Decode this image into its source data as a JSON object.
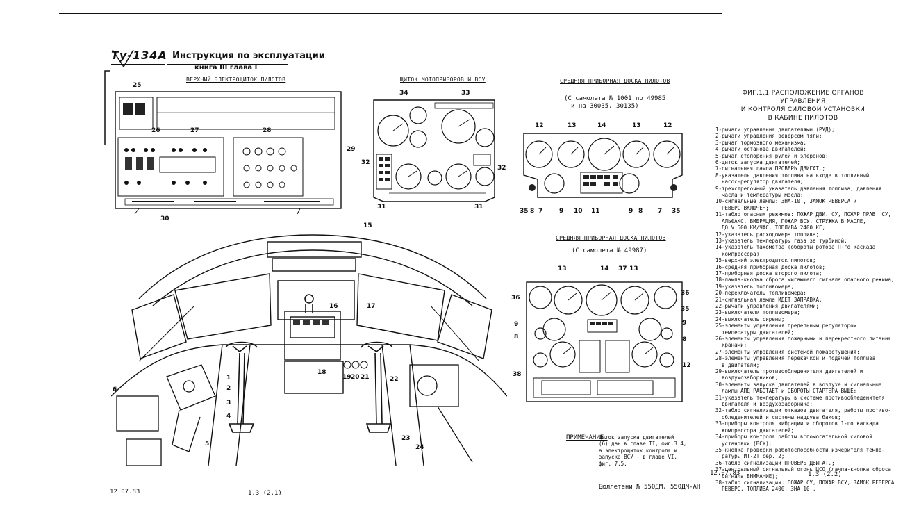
{
  "header": {
    "aircraft": "Ту-134А",
    "title": "Инструкция  по  эксплуатации",
    "subtitle": "книга III    глава I"
  },
  "panels": {
    "overhead": {
      "title": "ВЕРХНИЙ ЭЛЕКТРОЩИТОК ПИЛОТОВ",
      "callouts": [
        "25",
        "26",
        "27",
        "28",
        "29",
        "30"
      ]
    },
    "engine_instr": {
      "title": "ЩИТОК МОТОПРИБОРОВ И ВСУ",
      "callouts": [
        "34",
        "33",
        "32",
        "32",
        "31",
        "31"
      ]
    },
    "middle_1": {
      "title": "СРЕДНЯЯ ПРИБОРНАЯ ДОСКА ПИЛОТОВ",
      "note1": "(С самолета № 1001 по 49985",
      "note2": "и на 30035, 30135)",
      "callouts": [
        "12",
        "13",
        "14",
        "13",
        "12",
        "35",
        "8",
        "7",
        "9",
        "10",
        "11",
        "9",
        "8",
        "7",
        "35"
      ]
    },
    "middle_2": {
      "title": "СРЕДНЯЯ ПРИБОРНАЯ ДОСКА ПИЛОТОВ",
      "note1": "(С самолета № 49987)",
      "callouts": [
        "13",
        "14",
        "37",
        "13",
        "36",
        "36",
        "35",
        "9",
        "9",
        "8",
        "8",
        "38",
        "12"
      ]
    },
    "cockpit": {
      "callouts": [
        "15",
        "16",
        "17",
        "18",
        "19",
        "20",
        "21",
        "22",
        "23",
        "24",
        "1",
        "2",
        "3",
        "4",
        "5",
        "6"
      ]
    }
  },
  "figure": {
    "caption_line1": "ФИГ.1.1  РАСПОЛОЖЕНИЕ  ОРГАНОВ  УПРАВЛЕНИЯ",
    "caption_line2": "И  КОНТРОЛЯ  СИЛОВОЙ  УСТАНОВКИ",
    "caption_line3": "В  КАБИНЕ  ПИЛОТОВ"
  },
  "legend": [
    "1-рычаги управления двигателями (РУД);",
    "2-рычаги управления реверсом тяги;",
    "3-рычаг тормозного механизма;",
    "4-рычаги останова двигателей;",
    "5-рычаг стопорения рулей и элеронов;",
    "6-щиток запуска двигателей;",
    "7-сигнальная лампа ПРОВЕРЬ ДВИГАТ.;",
    "8-указатель давления топлива на входе в топливный",
    "  насос-регулятор двигателя;",
    "9-трехстрелочный указатель давления топлива, давления",
    "  масла и температуры масла;",
    "10-сигнальные лампы: ЗНА-10 , ЗАМОК РЕВЕРСА и",
    "  РЕВЕРС ВКЛЮЧЕН;",
    "11-табло опасных режимов: ПОЖАР ДВИ. СУ, ПОЖАР ПРАВ. СУ,",
    "  АЛЬФАКС, ВИБРАЦИЯ, ПОЖАР ВСУ, СТРУЖКА В МАСЛЕ,",
    "  ДО V 500 КМ/ЧАС, ТОПЛИВА 2400 КГ;",
    "12-указатель расходомера топлива;",
    "13-указатель температуры газа за турбиной;",
    "14-указатель тахометра (обороты ротора П-го каскада",
    "  компрессора);",
    "15-верхний электрощиток пилотов;",
    "16-средняя приборная доска пилотов;",
    "17-приборная доска второго пилота;",
    "18-лампа-кнопка сброса мигающего сигнала опасного режима;",
    "19-указатель топливомера;",
    "20-переключатель топливомера;",
    "21-сигнальная лампа ИДЕТ ЗАПРАВКА;",
    "22-рычаги управления двигателями;",
    "23-выключатели топливомера;",
    "24-выключатель сирены;",
    "25-элементы управления предельным регулятором",
    "  температуры двигателей;",
    "26-элементы управления пожарными и перекрестного питания",
    "  кранами;",
    "27-элементы управления системой пожаротушения;",
    "28-элементы управления перекачкой и подачей топлива",
    "  в двигатели;",
    "29-выключатель противообледенителя двигателей и",
    "  воздухозаборников;",
    "30-элементы запуска двигателей в воздухе и сигнальные",
    "  лампы АПД РАБОТАЕТ и ОБОРОТЫ СТАРТЕРА ВЫШЕ;",
    "31-указатель температуры в системе противообледенителя",
    "  двигателя и воздухозаборника;",
    "32-табло сигнализации отказов двигателя, работы противо-",
    "  обледенителей и системы наддува баков;",
    "33-приборы контроля вибрации и оборотов 1-го каскада",
    "  компрессора двигателей;",
    "34-приборы контроля работы вспомогательной силовой",
    "  установки (ВСУ);",
    "35-кнопка проверки работоспособности измерителя темпе-",
    "  ратуры ИТ-2Т сер. 2;",
    "36-табло сигнализации ПРОВЕРЬ ДВИГАТ.;",
    "37-центральный сигнальный огонь ЦСО (лампа-кнопка сброса",
    "  сигнала ВНИМАНИЕ);",
    "38-табло сигнализации: ПОЖАР СУ, ПОЖАР ВСУ, ЗАМОК РЕВЕРСА",
    "  РЕВЕРС, ТОПЛИВА 2400, ЗНА 10 ."
  ],
  "note": {
    "label": "ПРИМЕЧАНИЕ.",
    "line1": "Щиток запуска двигателей",
    "line2": "(6) дан в главе II, фиг.3.4,",
    "line3": "а электрощиток контроля и",
    "line4": "запуска ВСУ - в главе VI,",
    "line5": "фиг. 7.5."
  },
  "footer": {
    "date_left": "12.07.83",
    "page_left": "1.3  (2.1)",
    "bulletin": "Бюллетени № 550ДМ, 550ДМ-АН",
    "date_right": "12.07.83",
    "page_right": "1.3  (2.2)"
  }
}
